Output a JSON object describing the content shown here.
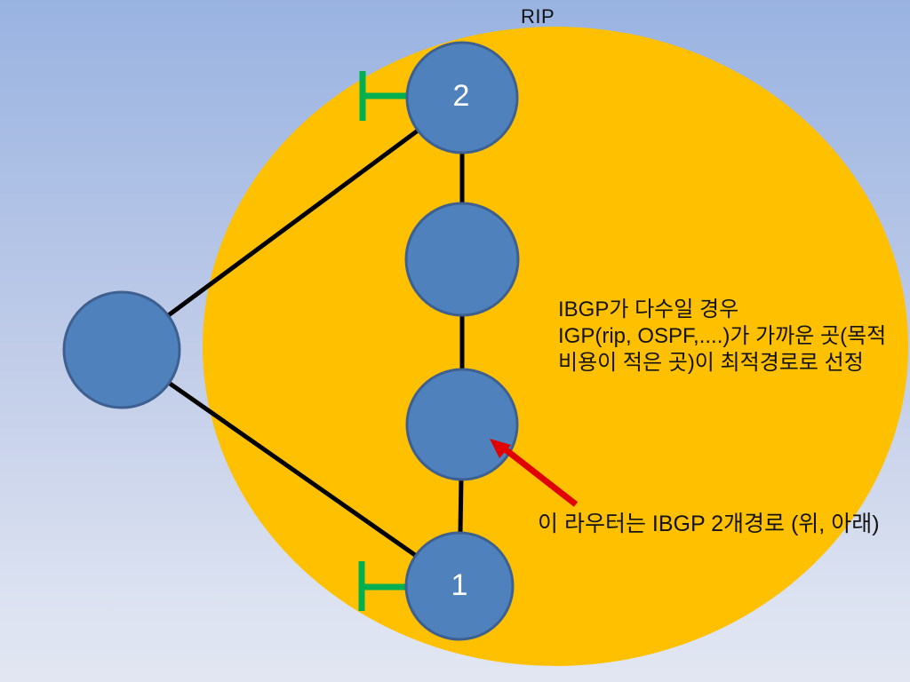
{
  "slide": {
    "background_top_color": "#99B3E1",
    "background_bottom_color": "#E2E6F3"
  },
  "diagram": {
    "as_region": {
      "label": "RIP",
      "fill_color": "#FFC000"
    },
    "node_fill_color": "#4F81BD",
    "node_border_color": "#3D6090",
    "link_color": "#000000",
    "blocked_mark_color": "#00B050",
    "arrow_color": "#E00000",
    "nodes": [
      {
        "name": "router-top",
        "label": "2"
      },
      {
        "name": "router-upper-middle",
        "label": ""
      },
      {
        "name": "router-lower-middle",
        "label": ""
      },
      {
        "name": "router-bottom",
        "label": "1"
      },
      {
        "name": "router-external",
        "label": ""
      }
    ]
  },
  "notes": {
    "multi_path_note_lines": [
      "IBGP가 다수일 경우",
      "IGP(rip, OSPF,....)가 가까운 곳(목적",
      "비용이 적은 곳)이 최적경로로 선정"
    ],
    "router_note": "이 라우터는 IBGP 2개경로 (위, 아래)"
  }
}
